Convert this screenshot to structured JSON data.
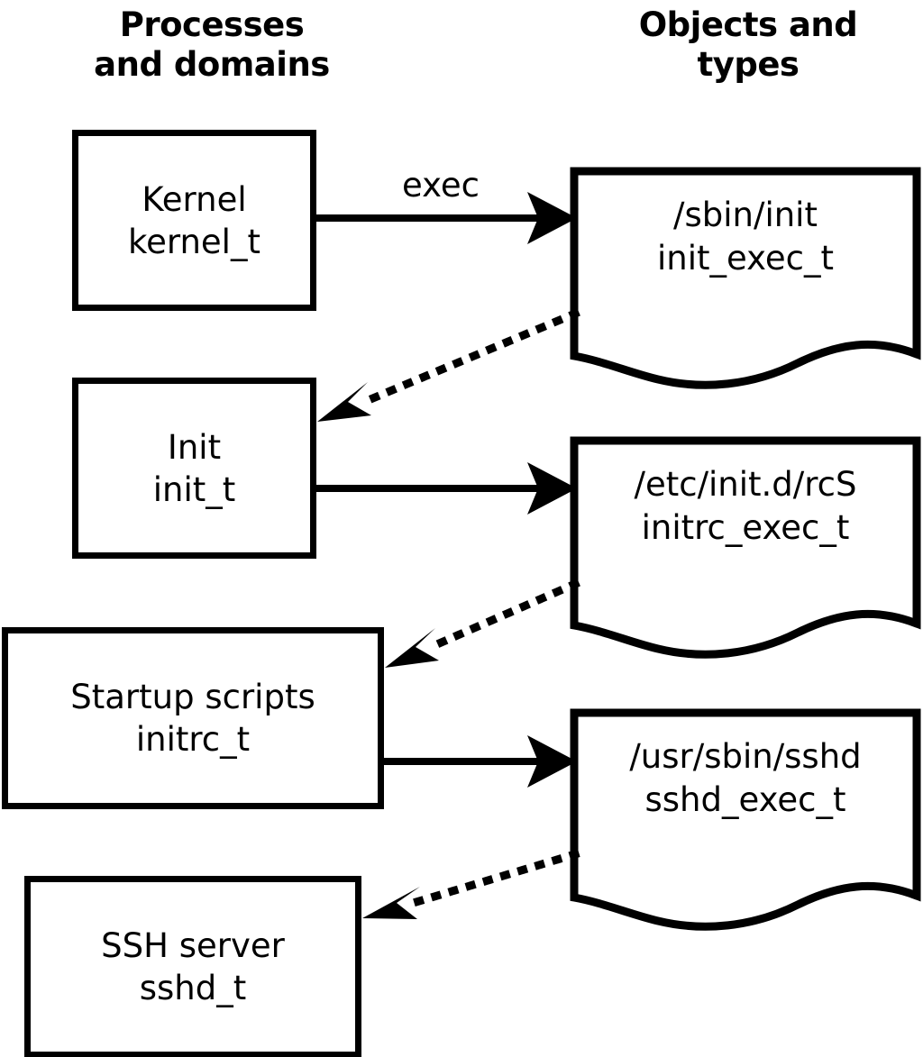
{
  "diagram": {
    "title_columns": {
      "left": "Processes\nand domains",
      "right": "Objects and\ntypes"
    },
    "colors": {
      "stroke": "#000000",
      "fill": "#ffffff",
      "text": "#000000"
    },
    "process_nodes": [
      {
        "id": "kernel",
        "name": "Kernel",
        "type": "kernel_t"
      },
      {
        "id": "init",
        "name": "Init",
        "type": "init_t"
      },
      {
        "id": "initrc",
        "name": "Startup scripts",
        "type": "initrc_t"
      },
      {
        "id": "sshd",
        "name": "SSH server",
        "type": "sshd_t"
      }
    ],
    "object_nodes": [
      {
        "id": "init_exec",
        "path": "/sbin/init",
        "type": "init_exec_t"
      },
      {
        "id": "initrc_exec",
        "path": "/etc/init.d/rcS",
        "type": "initrc_exec_t"
      },
      {
        "id": "sshd_exec",
        "path": "/usr/sbin/sshd",
        "type": "sshd_exec_t"
      }
    ],
    "edges": [
      {
        "id": "e1",
        "from": "kernel",
        "to": "init_exec",
        "label": "exec",
        "style": "solid",
        "direction": "right"
      },
      {
        "id": "e2",
        "from": "init_exec",
        "to": "init",
        "label": "",
        "style": "dotted",
        "direction": "left"
      },
      {
        "id": "e3",
        "from": "init",
        "to": "initrc_exec",
        "label": "",
        "style": "solid",
        "direction": "right"
      },
      {
        "id": "e4",
        "from": "initrc_exec",
        "to": "initrc",
        "label": "",
        "style": "dotted",
        "direction": "left"
      },
      {
        "id": "e5",
        "from": "initrc",
        "to": "sshd_exec",
        "label": "",
        "style": "solid",
        "direction": "right"
      },
      {
        "id": "e6",
        "from": "sshd_exec",
        "to": "sshd",
        "label": "",
        "style": "dotted",
        "direction": "left"
      }
    ]
  }
}
